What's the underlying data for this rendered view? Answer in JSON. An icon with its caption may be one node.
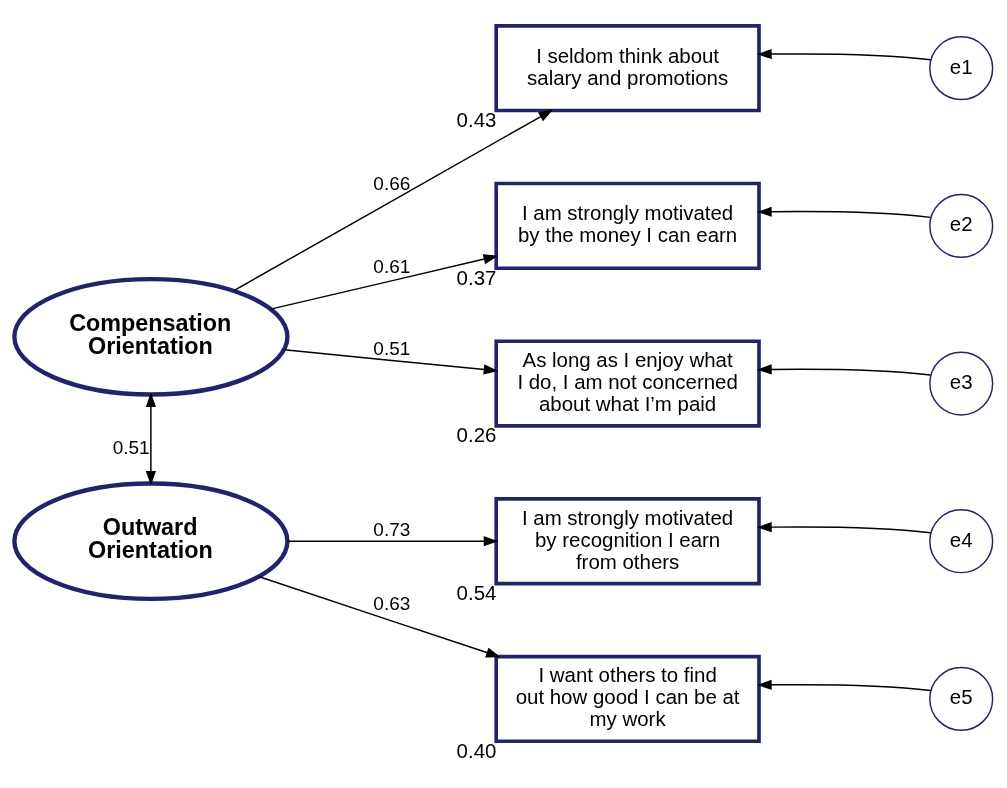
{
  "diagram": {
    "nodes": [
      {
        "text": [
          "Compensation Orientation"
        ]
      },
      {
        "text": [
          "Outward Orientation"
        ]
      },
      {
        "text": [
          "I seldom think about salary and promotions"
        ],
        "beside": [
          "0.43"
        ]
      },
      {
        "text": [
          "I am strongly motivated by the money I can earn"
        ],
        "beside": [
          "0.37"
        ]
      },
      {
        "text": [
          "As long as I enjoy what I do, I am not concerned about what I’m paid"
        ],
        "beside": [
          "0.26"
        ]
      },
      {
        "text": [
          "I am strongly motivated by recognition I earn from others"
        ],
        "beside": [
          "0.54"
        ]
      },
      {
        "text": [
          "I want others to find out how good I can be at my work"
        ],
        "beside": [
          "0.40"
        ]
      },
      {
        "text": [
          "e1"
        ]
      },
      {
        "text": [
          "e2"
        ]
      },
      {
        "text": [
          "e3"
        ]
      },
      {
        "text": [
          "e4"
        ]
      },
      {
        "text": [
          "e5"
        ]
      }
    ],
    "edges": [
      {
        "from": 0,
        "to": 1,
        "arrow": "both",
        "label": "0.51"
      },
      {
        "from": 0,
        "to": 2,
        "arrow": "to",
        "label": "0.66"
      },
      {
        "from": 0,
        "to": 3,
        "arrow": "to",
        "label": "0.61"
      },
      {
        "from": 0,
        "to": 4,
        "arrow": "to",
        "label": "0.51"
      },
      {
        "from": 1,
        "to": 5,
        "arrow": "to",
        "label": "0.73"
      },
      {
        "from": 1,
        "to": 6,
        "arrow": "to",
        "label": "0.63"
      },
      {
        "from": 7,
        "to": 2,
        "arrow": "to"
      },
      {
        "from": 8,
        "to": 3,
        "arrow": "to"
      },
      {
        "from": 9,
        "to": 4,
        "arrow": "to"
      },
      {
        "from": 10,
        "to": 5,
        "arrow": "to"
      },
      {
        "from": 11,
        "to": 6,
        "arrow": "to"
      }
    ]
  }
}
